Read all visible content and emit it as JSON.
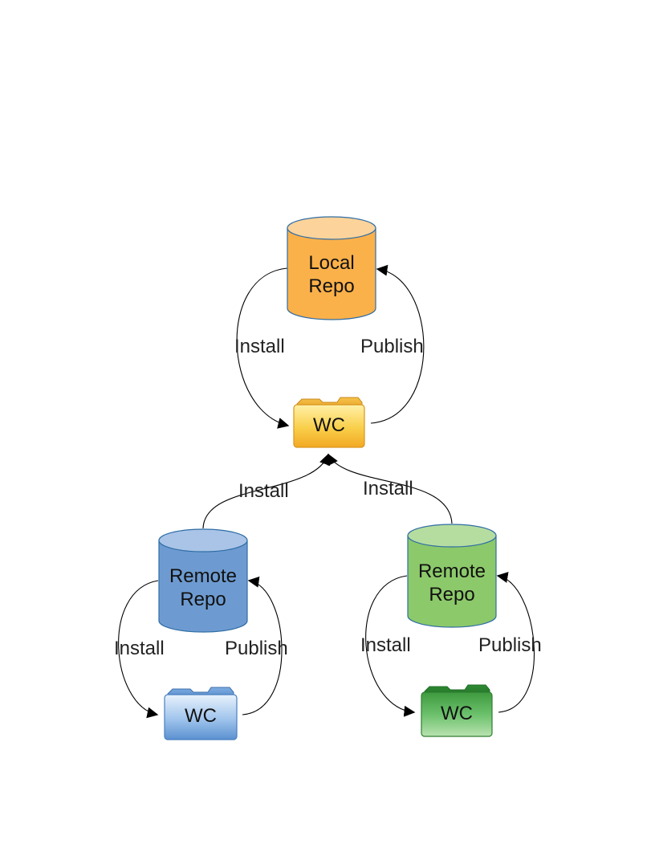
{
  "nodes": {
    "local_repo": {
      "line1": "Local",
      "line2": "Repo",
      "color": "#FBB14A",
      "top_color": "#FCD39A",
      "stroke": "#2F6DA5"
    },
    "remote_repo_blue": {
      "line1": "Remote",
      "line2": "Repo",
      "color": "#6D9BD1",
      "top_color": "#A9C4E7",
      "stroke": "#2F6DA5"
    },
    "remote_repo_green": {
      "line1": "Remote",
      "line2": "Repo",
      "color": "#8CC96A",
      "top_color": "#B6DDA0",
      "stroke": "#2F6DA5"
    },
    "wc_top": {
      "label": "WC",
      "color": "#F7C744"
    },
    "wc_left": {
      "label": "WC",
      "color": "#8CB8E8"
    },
    "wc_right": {
      "label": "WC",
      "color": "#4CAF50"
    }
  },
  "edges": {
    "top_install": "Install",
    "top_publish": "Publish",
    "left_up_install": "Install",
    "right_up_install": "Install",
    "left_install": "Install",
    "left_publish": "Publish",
    "right_install": "Install",
    "right_publish": "Publish"
  }
}
